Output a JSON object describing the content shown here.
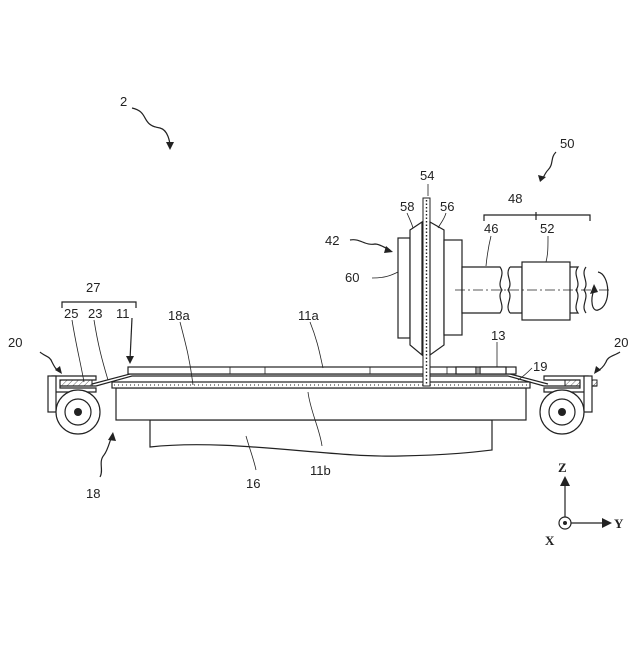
{
  "labels": {
    "fig_num": "2",
    "r50": "50",
    "r54": "54",
    "r48": "48",
    "r58": "58",
    "r56": "56",
    "r42": "42",
    "r46": "46",
    "r52": "52",
    "r60": "60",
    "r27": "27",
    "r25": "25",
    "r23": "23",
    "r11": "11",
    "r18a": "18a",
    "r11a": "11a",
    "r13": "13",
    "r19": "19",
    "r20_left": "20",
    "r20_right": "20",
    "r11b": "11b",
    "r16": "16",
    "r18": "18"
  },
  "axes": {
    "z": "Z",
    "y": "Y",
    "x": "X"
  }
}
